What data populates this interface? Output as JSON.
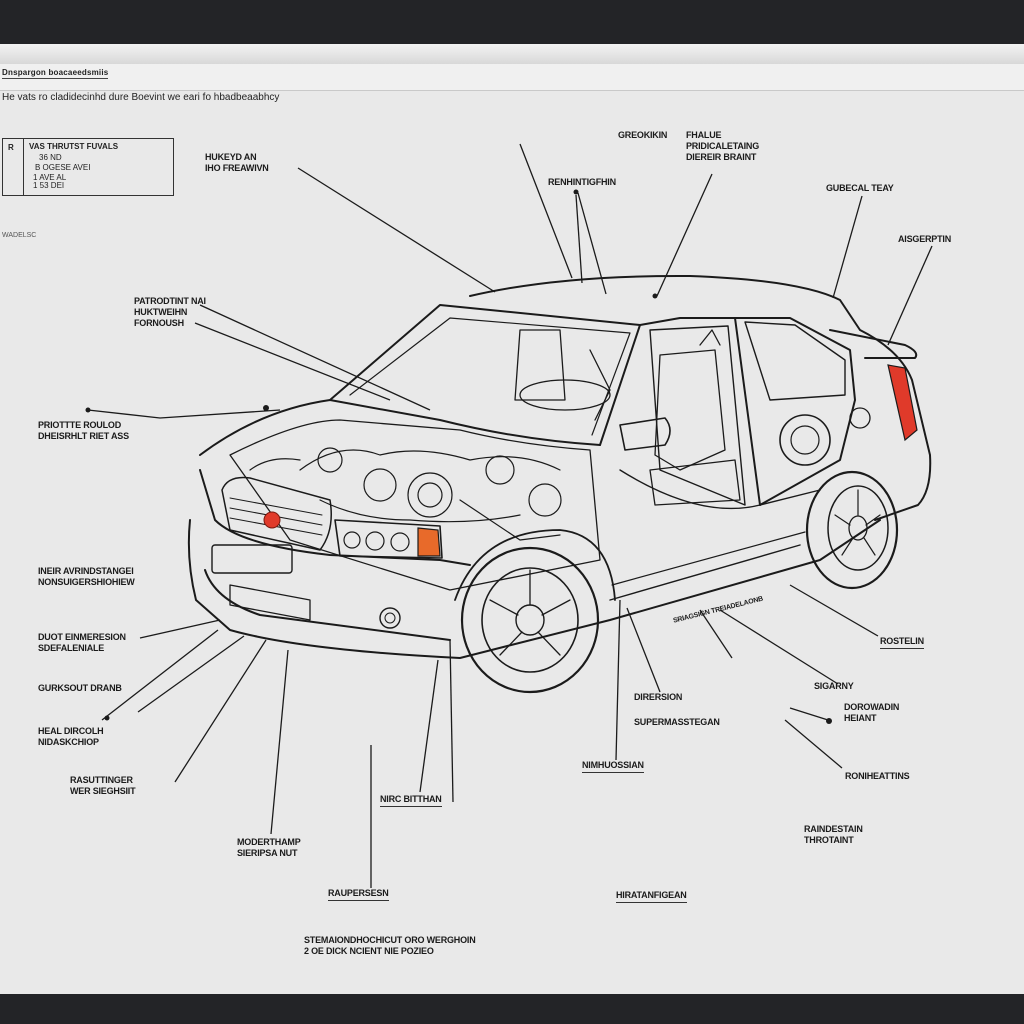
{
  "document": {
    "title": "Dnspargon boacaeedsmiis",
    "subtitle": "He vats ro cladidecinhd dure Boevint we eari fo hbadbeaabhcy",
    "note": "WADELSC",
    "info_box": {
      "key": "R",
      "heading": "VAS THRUTST FUVALS",
      "lines": [
        "36 ND",
        "B OGESE AVEI",
        "1 AVE AL",
        "1 53 DEI"
      ]
    }
  },
  "labels": {
    "hood_air": [
      "HUKEYD AN",
      "IHO FREAWIVN"
    ],
    "pattern": [
      "PATRODTINT NAI",
      "HUKTWEIHN",
      "FORNOUSH"
    ],
    "protecte": [
      "PRIOTTTE ROULOD",
      "DHEISRHLT RIET ASS"
    ],
    "hear": [
      "INEIR AVRINDSTANGEI",
      "NONSUIGERSHIOHIEW"
    ],
    "duct": [
      "DUOT EINMERESION",
      "SDEFALENIALE"
    ],
    "gurk": [
      "GURKSOUT DRANB"
    ],
    "head": [
      "HEAL DIRCOLH",
      "NIDASKCHIOP"
    ],
    "rasut": [
      "RASUTTINGER",
      "WER SIEGHSIIT"
    ],
    "model": [
      "MODERTHAMP",
      "SIERIPSA NUT"
    ],
    "raupersan": [
      "RAUPERSESN"
    ],
    "nirc": [
      "NIRC BITTHAN"
    ],
    "stemaion": [
      "STEMAIONDHOCHICUT ORO WERGHOIN",
      "2 OE DICK NCIENT NIE POZIEO"
    ],
    "greckin": [
      "GREOKIKIN",
      "FHALUE"
    ],
    "pridical": [
      "PRIDICALETAING",
      "DIEREIR BRAINT"
    ],
    "renhint": [
      "RENHINTIGFHIN"
    ],
    "gubecal": [
      "GUBECAL TEAY"
    ],
    "aisgerpin": [
      "AISGERPTIN"
    ],
    "rostelin": [
      "ROSTELIN"
    ],
    "gearny": [
      "SIGARNY"
    ],
    "dorowain": [
      "DOROWADIN",
      "HEIANT"
    ],
    "ronikatins": [
      "RONIHEATTINS"
    ],
    "raindestan": [
      "RAINDESTAIN",
      "THROTAINT"
    ],
    "dirension": [
      "DIRERSION"
    ],
    "supermass": [
      "SUPERMASSTEGAN"
    ],
    "nimhuosan": [
      "NIMHUOSSIAN"
    ],
    "hiratan": [
      "HIRATANFIGEAN"
    ],
    "tread": [
      "SRIAGSIGN TREIADELAONB"
    ]
  },
  "colors": {
    "background": "#e9e9e9",
    "frame": "#232427",
    "ink": "#1b1b1b",
    "accent_red": "#e03a2a",
    "accent_orange": "#e86a2a"
  },
  "icons": [
    "car-cutaway-illustration",
    "wheel-icon",
    "emblem-icon"
  ]
}
